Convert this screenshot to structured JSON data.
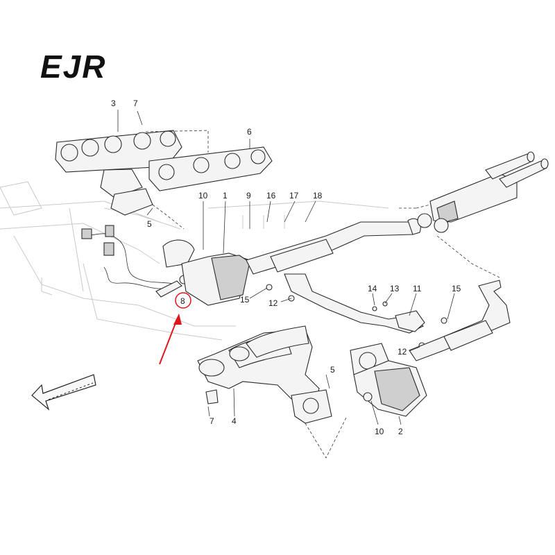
{
  "brand": {
    "logo_text": "EJR"
  },
  "highlight": {
    "color": "#e0151b",
    "callout": "8"
  },
  "callouts": {
    "c1": "1",
    "c2": "2",
    "c3": "3",
    "c4": "4",
    "c5a": "5",
    "c5b": "5",
    "c6": "6",
    "c7a": "7",
    "c7b": "7",
    "c8": "8",
    "c9": "9",
    "c10a": "10",
    "c10b": "10",
    "c11": "11",
    "c12a": "12",
    "c12b": "12",
    "c13": "13",
    "c14": "14",
    "c15a": "15",
    "c15b": "15",
    "c16": "16",
    "c17": "17",
    "c18": "18"
  },
  "icons": [
    "ejr-logo",
    "direction-arrow-icon",
    "pointer-arrow-icon"
  ]
}
